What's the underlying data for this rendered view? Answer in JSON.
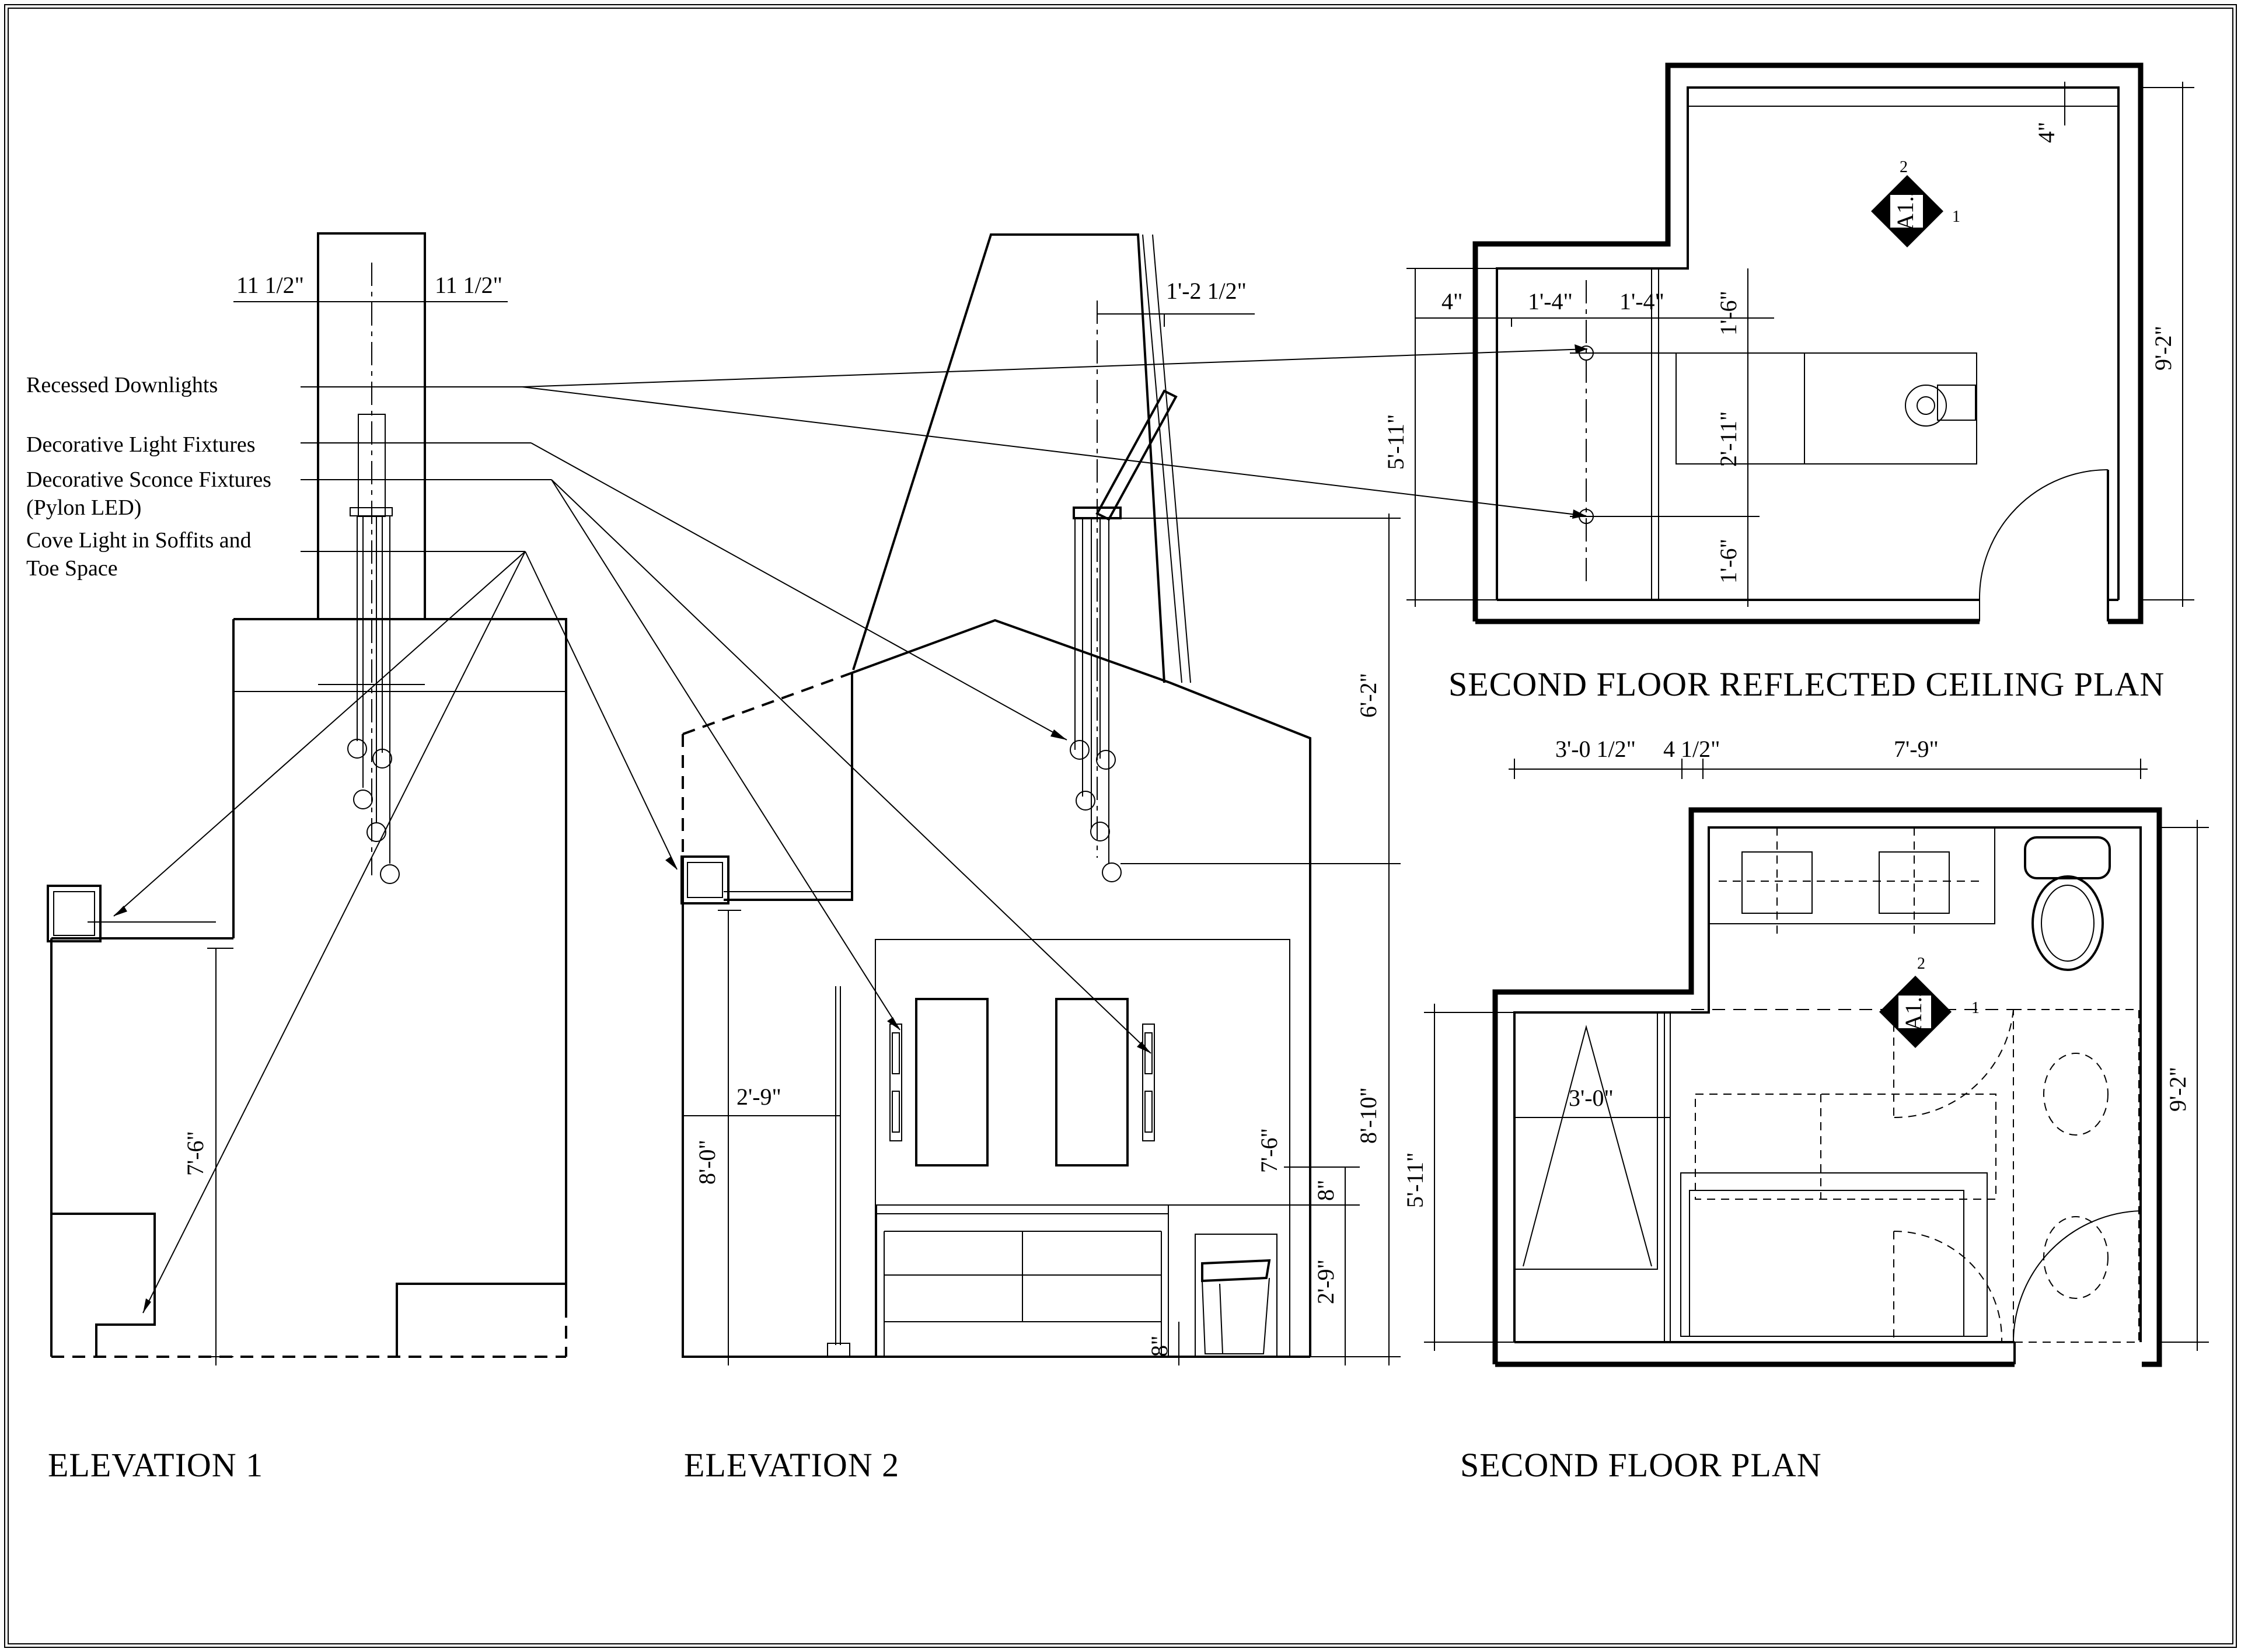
{
  "notes": {
    "recessed": "Recessed Downlights",
    "decorative": "Decorative Light Fixtures",
    "sconce_1": "Decorative Sconce Fixtures",
    "sconce_2": "(Pylon LED)",
    "cove_1": "Cove Light in Soffits and",
    "cove_2": "Toe Space"
  },
  "titles": {
    "elev1": "ELEVATION 1",
    "elev2": "ELEVATION 2",
    "rcp": "SECOND FLOOR REFLECTED CEILING PLAN",
    "plan": "SECOND FLOOR PLAN"
  },
  "dims_elev1": {
    "left_offset": "11 1/2\"",
    "right_offset": "11 1/2\"",
    "height": "7'-6\""
  },
  "dims_elev2": {
    "top_offset": "1'-2 1/2\"",
    "width": "2'-9\"",
    "height_left": "8'-0\"",
    "height_right": "7'-6\"",
    "upper": "6'-2\"",
    "overall": "8'-10\"",
    "backsplash": "8\"",
    "counter": "2'-9\"",
    "toe": "8\""
  },
  "dims_rcp": {
    "d4": "4\"",
    "d1_4a": "1'-4\"",
    "d1_4b": "1'-4\"",
    "d1_6a": "1'-6\"",
    "d2_11": "2'-11\"",
    "d1_6b": "1'-6\"",
    "d5_11": "5'-11\"",
    "d4_top": "4\"",
    "d9_2": "9'-2\""
  },
  "dims_plan": {
    "d3_0_half": "3'-0 1/2\"",
    "d4_half": "4 1/2\"",
    "d7_9": "7'-9\"",
    "d3_0": "3'-0\"",
    "d5_11": "5'-11\"",
    "d9_2": "9'-2\""
  },
  "marker": {
    "sheet": "A1.2",
    "num_top": "2",
    "num_right": "1"
  }
}
